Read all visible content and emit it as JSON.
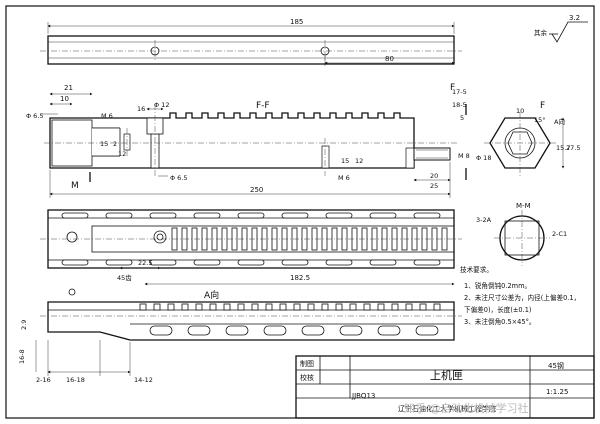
{
  "drawing": {
    "roughness": {
      "corner_value": "3.2",
      "corner_note": "其余"
    },
    "top_view": {
      "dims": [
        "185",
        "80"
      ]
    },
    "section_view": {
      "label": "F-F",
      "dims": [
        "21",
        "10",
        "Φ 6.5",
        "M 6",
        "16",
        "Φ 12",
        "15",
        "2",
        "12",
        "Φ 6.5",
        "M 6",
        "15",
        "12",
        "250",
        "17-5",
        "18-5",
        "5",
        "M 8",
        "20",
        "25"
      ],
      "markers": [
        "F",
        "F",
        "M",
        "M"
      ]
    },
    "plan_view": {
      "dims": [
        "22.5",
        "45齿",
        "182.5"
      ]
    },
    "f_view": {
      "dims": [
        "15°",
        "10",
        "Φ 18",
        "15.7",
        "27.5"
      ],
      "labels": [
        "F",
        "A向"
      ]
    },
    "mm_view": {
      "label": "M-M",
      "dims": [
        "3-2A",
        "2-C1"
      ]
    },
    "a_view": {
      "label": "A向",
      "dims": [
        "2.9",
        "16-8",
        "2-16",
        "16-18",
        "14-12"
      ]
    },
    "notes": {
      "title": "技术要求。",
      "lines": [
        "1、锐角倒钝0.2mm。",
        "2、未注尺寸公差为，内径(上偏差0.1，",
        "下偏差0)，长度(±0.1)",
        "3、未注倒角0.5×45°。"
      ]
    },
    "title_block": {
      "part_name": "上机匣",
      "material": "45钢",
      "scale": "1:1.25",
      "drawn_label": "制图",
      "checked_label": "校核",
      "drawing_no": "JJBQ13",
      "school": "辽宁石油化工大学机械工程学院"
    },
    "watermark": "知乎 @自动化机械学习社"
  }
}
